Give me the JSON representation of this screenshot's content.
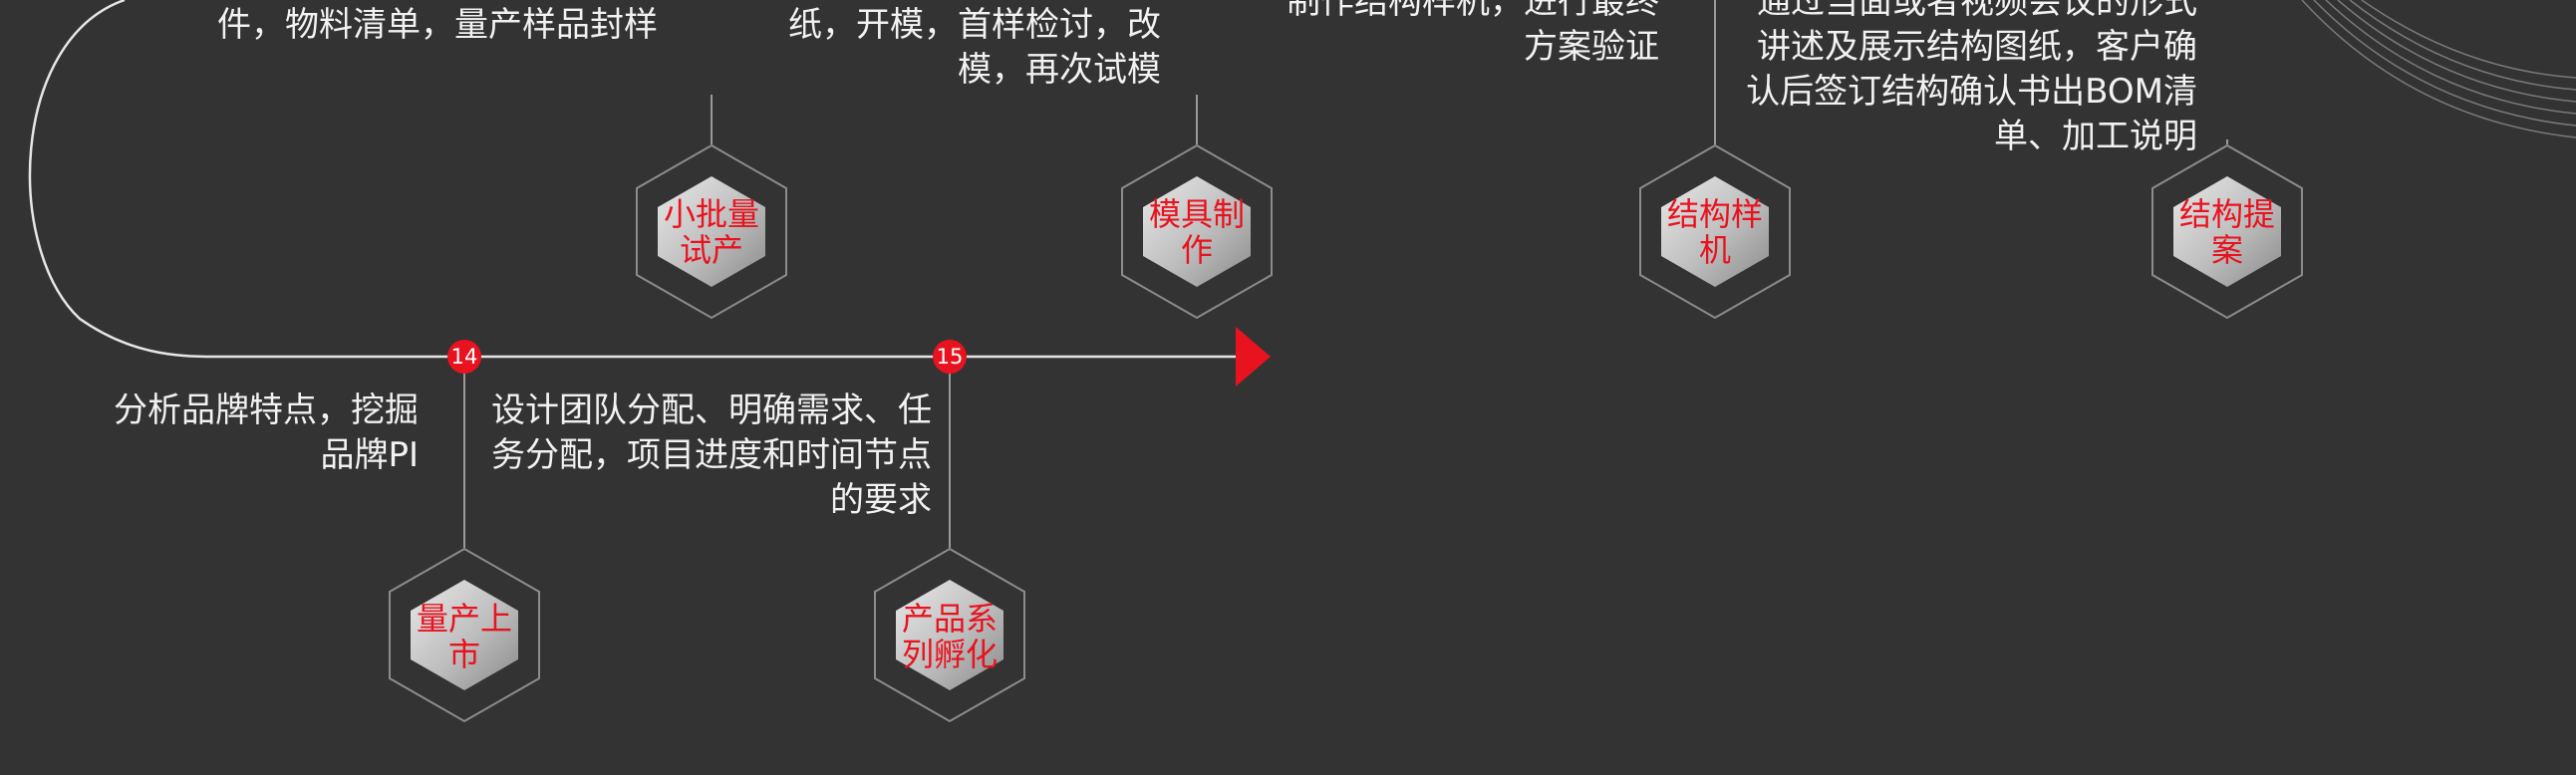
{
  "colors": {
    "background": "#333333",
    "accent": "#e8131f",
    "line": "#e6e6e6",
    "text": "#f2f2f2"
  },
  "steps": [
    {
      "number": "",
      "label": "小批量试产",
      "description": "输出改善的SOP（生产）文件，物料清单，量产样品封样"
    },
    {
      "number": "",
      "label": "模具制作",
      "description": "与模具工程师一起评估图纸，开模，首样检讨，改模，再次试模"
    },
    {
      "number": "",
      "label": "结构样机",
      "description": "制作结构样机，进行最终方案验证"
    },
    {
      "number": "",
      "label": "结构提案",
      "description": "通过当面或者视频会议的形式讲述及展示结构图纸，客户确认后签订结构确认书出BOM清单、加工说明"
    },
    {
      "number": "14",
      "label": "量产上市",
      "description": "分析品牌特点，挖掘品牌PI"
    },
    {
      "number": "15",
      "label": "产品系列孵化",
      "description": "设计团队分配、明确需求、任务分配，项目进度和时间节点的要求"
    }
  ]
}
